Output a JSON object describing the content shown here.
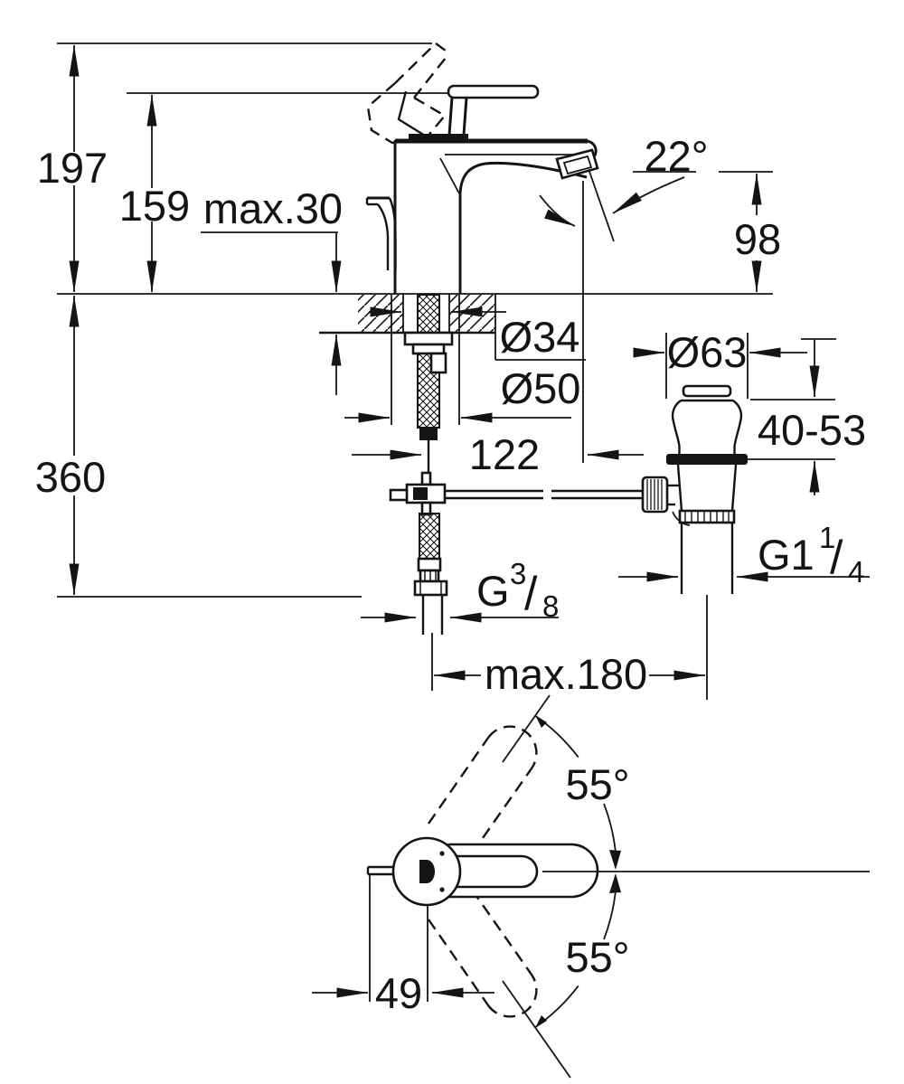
{
  "drawing": {
    "kind": "technical dimension drawing",
    "subject": "single-lever basin mixer with pop-up waste, side elevation and handle plan view",
    "units": "mm",
    "background": "#ffffff",
    "line_color": "#141414"
  },
  "labels": {
    "h197": "197",
    "h159": "159",
    "max30": "max.30",
    "a22": "22°",
    "h98": "98",
    "h360": "360",
    "d34": "Ø34",
    "d50": "Ø50",
    "r122": "122",
    "d63": "Ø63",
    "c4053": "40-53",
    "g114": {
      "base": "G1",
      "sup": "1",
      "slash": "/",
      "sub": "4"
    },
    "g38": {
      "base": "G",
      "sup": "3",
      "slash": "/",
      "sub": "8"
    },
    "max180": "max.180",
    "a55_upper": "55°",
    "a55_lower": "55°",
    "off49": "49"
  }
}
